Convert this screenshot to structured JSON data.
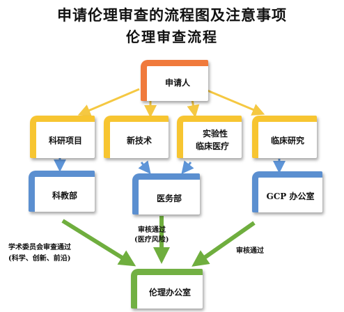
{
  "title": "申请伦理审查的流程图及注意事项",
  "subtitle": "伦理审查流程",
  "nodes": {
    "applicant": "申请人",
    "research_project": "科研项目",
    "new_technology": "新技术",
    "experimental_line1": "实验性",
    "experimental_line2": "临床医疗",
    "clinical_research": "临床研究",
    "science_education": "科教部",
    "medical_affairs": "医务部",
    "gcp_office": "GCP 办公室",
    "ethics_office": "伦理办公室"
  },
  "edge_labels": {
    "left_line1": "学术委员会审查通过",
    "left_line2": "(科学、创新、前沿)",
    "middle_line1": "审核通过",
    "middle_line2": "(医疗风险)",
    "right": "审核通过"
  },
  "colors": {
    "orange": "#f07a3c",
    "yellow": "#f7c531",
    "blue": "#5b8fd0",
    "green": "#72b043",
    "arrow_yellow": "#f5c842",
    "arrow_blue": "#5e95d8",
    "arrow_green": "#6fae3e"
  }
}
